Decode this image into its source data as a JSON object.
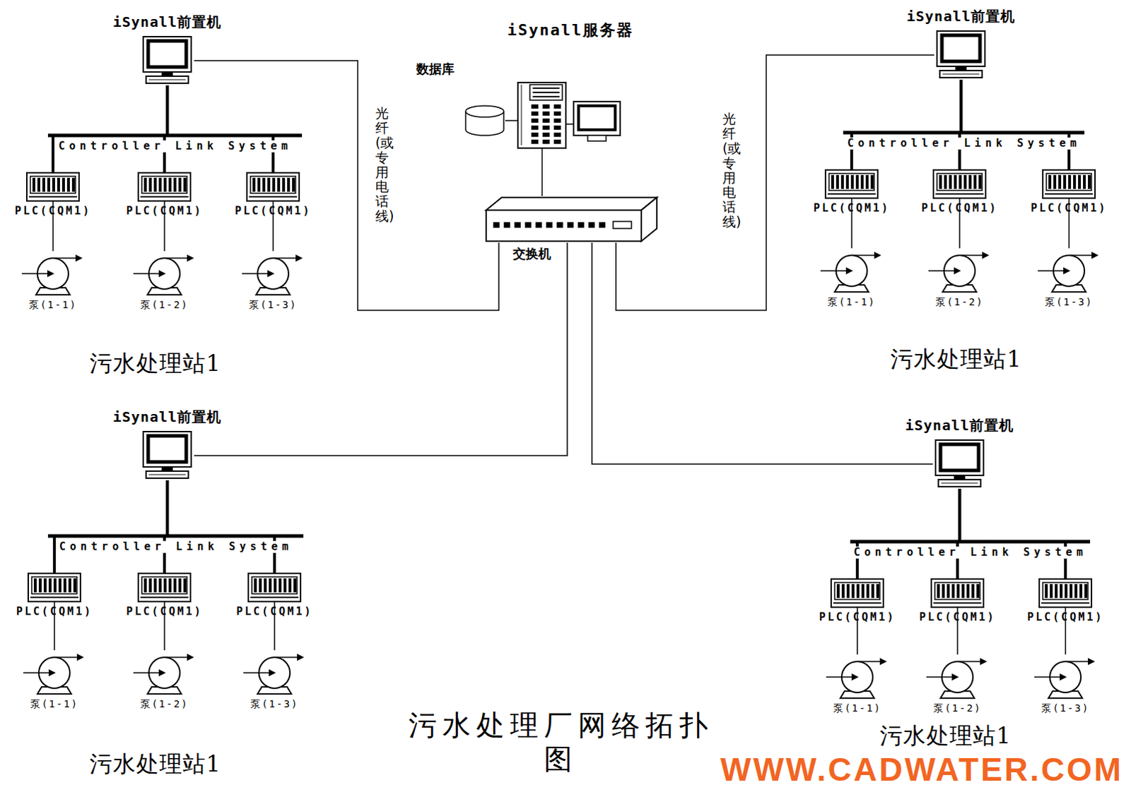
{
  "diagram": {
    "caption": "污水处理厂网络拓扑图",
    "nodes": [
      {
        "text": [
          "iSynall前置机"
        ]
      },
      {
        "text": [
          "PLC(CQM1)"
        ]
      },
      {
        "text": [
          "PLC(CQM1)"
        ]
      },
      {
        "text": [
          "PLC(CQM1)"
        ]
      },
      {
        "text": [
          "泵(1-1)"
        ]
      },
      {
        "text": [
          "泵(1-2)"
        ]
      },
      {
        "text": [
          "泵(1-3)"
        ]
      },
      {
        "text": [
          "iSynall服务器"
        ]
      },
      {
        "text": [
          "数据库"
        ]
      },
      {
        "text": [
          "交换机"
        ]
      },
      {
        "text": [
          "iSynall前置机"
        ]
      },
      {
        "text": [
          "PLC(CQM1)"
        ]
      },
      {
        "text": [
          "PLC(CQM1)"
        ]
      },
      {
        "text": [
          "PLC(CQM1)"
        ]
      },
      {
        "text": [
          "泵(1-1)"
        ]
      },
      {
        "text": [
          "泵(1-2)"
        ]
      },
      {
        "text": [
          "泵(1-3)"
        ]
      },
      {
        "text": [
          "iSynall前置机"
        ]
      },
      {
        "text": [
          "PLC(CQM1)"
        ]
      },
      {
        "text": [
          "PLC(CQM1)"
        ]
      },
      {
        "text": [
          "PLC(CQM1)"
        ]
      },
      {
        "text": [
          "泵(1-1)"
        ]
      },
      {
        "text": [
          "泵(1-2)"
        ]
      },
      {
        "text": [
          "泵(1-3)"
        ]
      },
      {
        "text": [
          "iSynall前置机"
        ]
      },
      {
        "text": [
          "PLC(CQM1)"
        ]
      },
      {
        "text": [
          "PLC(CQM1)"
        ]
      },
      {
        "text": [
          "PLC(CQM1)"
        ]
      },
      {
        "text": [
          "泵(1-1)"
        ]
      },
      {
        "text": [
          "泵(1-2)"
        ]
      },
      {
        "text": [
          "泵(1-3)"
        ]
      }
    ],
    "edges": [
      {
        "from": 7,
        "to": 8,
        "arrow": "none"
      },
      {
        "from": 7,
        "to": 9,
        "arrow": "none"
      },
      {
        "from": 9,
        "to": 0,
        "label": "光纤(或专用电话线)",
        "arrow": "none"
      },
      {
        "from": 9,
        "to": 10,
        "label": "光纤(或专用电话线)",
        "arrow": "none"
      },
      {
        "from": 9,
        "to": 17,
        "arrow": "none"
      },
      {
        "from": 9,
        "to": 24,
        "arrow": "none"
      },
      {
        "from": 0,
        "to": 1,
        "arrow": "none"
      },
      {
        "from": 0,
        "to": 2,
        "arrow": "none"
      },
      {
        "from": 0,
        "to": 3,
        "arrow": "none"
      },
      {
        "from": 1,
        "to": 4,
        "arrow": "none"
      },
      {
        "from": 2,
        "to": 5,
        "arrow": "none"
      },
      {
        "from": 3,
        "to": 6,
        "arrow": "none"
      },
      {
        "from": 10,
        "to": 11,
        "arrow": "none"
      },
      {
        "from": 10,
        "to": 12,
        "arrow": "none"
      },
      {
        "from": 10,
        "to": 13,
        "arrow": "none"
      },
      {
        "from": 11,
        "to": 14,
        "arrow": "none"
      },
      {
        "from": 12,
        "to": 15,
        "arrow": "none"
      },
      {
        "from": 13,
        "to": 16,
        "arrow": "none"
      },
      {
        "from": 17,
        "to": 18,
        "arrow": "none"
      },
      {
        "from": 17,
        "to": 19,
        "arrow": "none"
      },
      {
        "from": 17,
        "to": 20,
        "arrow": "none"
      },
      {
        "from": 18,
        "to": 21,
        "arrow": "none"
      },
      {
        "from": 19,
        "to": 22,
        "arrow": "none"
      },
      {
        "from": 20,
        "to": 23,
        "arrow": "none"
      },
      {
        "from": 24,
        "to": 25,
        "arrow": "none"
      },
      {
        "from": 24,
        "to": 26,
        "arrow": "none"
      },
      {
        "from": 24,
        "to": 27,
        "arrow": "none"
      },
      {
        "from": 25,
        "to": 28,
        "arrow": "none"
      },
      {
        "from": 26,
        "to": 29,
        "arrow": "none"
      },
      {
        "from": 27,
        "to": 30,
        "arrow": "none"
      }
    ],
    "labels": [
      "Controller Link System",
      "Controller Link System",
      "污水处理站1",
      "污水处理站1",
      "Controller Link System",
      "Controller Link System",
      "污水处理站1",
      "污水处理站1",
      "WWW.CADWATER.COM"
    ]
  }
}
